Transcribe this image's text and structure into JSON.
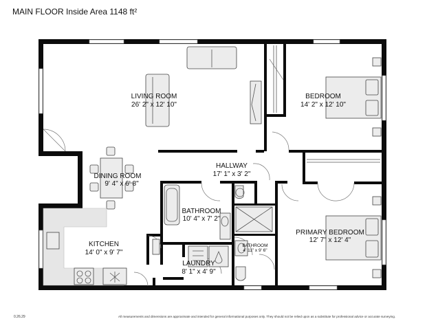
{
  "header": {
    "title": "MAIN FLOOR Inside Area 1148 ft²"
  },
  "rooms": [
    {
      "id": "living-room",
      "name": "LIVING ROOM",
      "dims": "26' 2\" x 12' 10\""
    },
    {
      "id": "bedroom",
      "name": "BEDROOM",
      "dims": "14' 2\" x 12' 10\""
    },
    {
      "id": "hallway",
      "name": "HALLWAY",
      "dims": "17' 1\" x 3' 2\""
    },
    {
      "id": "dining-room",
      "name": "DINING ROOM",
      "dims": "9' 4\" x 6' 8\""
    },
    {
      "id": "bathroom",
      "name": "BATHROOM",
      "dims": "10' 4\" x 7' 2\""
    },
    {
      "id": "primary-bedroom",
      "name": "PRIMARY BEDROOM",
      "dims": "12' 7\" x 12' 4\""
    },
    {
      "id": "kitchen",
      "name": "KITCHEN",
      "dims": "14' 0\" x 9' 7\""
    },
    {
      "id": "ensuite-bathroom",
      "name": "BATHROOM",
      "dims": "4' 11\" x 9' 6\""
    },
    {
      "id": "laundry",
      "name": "LAUNDRY",
      "dims": "8' 1\" x 4' 9\""
    }
  ],
  "footer": {
    "code": "0.26.29",
    "disclaimer": "All measurements and dimensions are approximate and intended for general informational purposes only. They should not be relied upon as a substitute for professional advice or accurate surveying."
  }
}
